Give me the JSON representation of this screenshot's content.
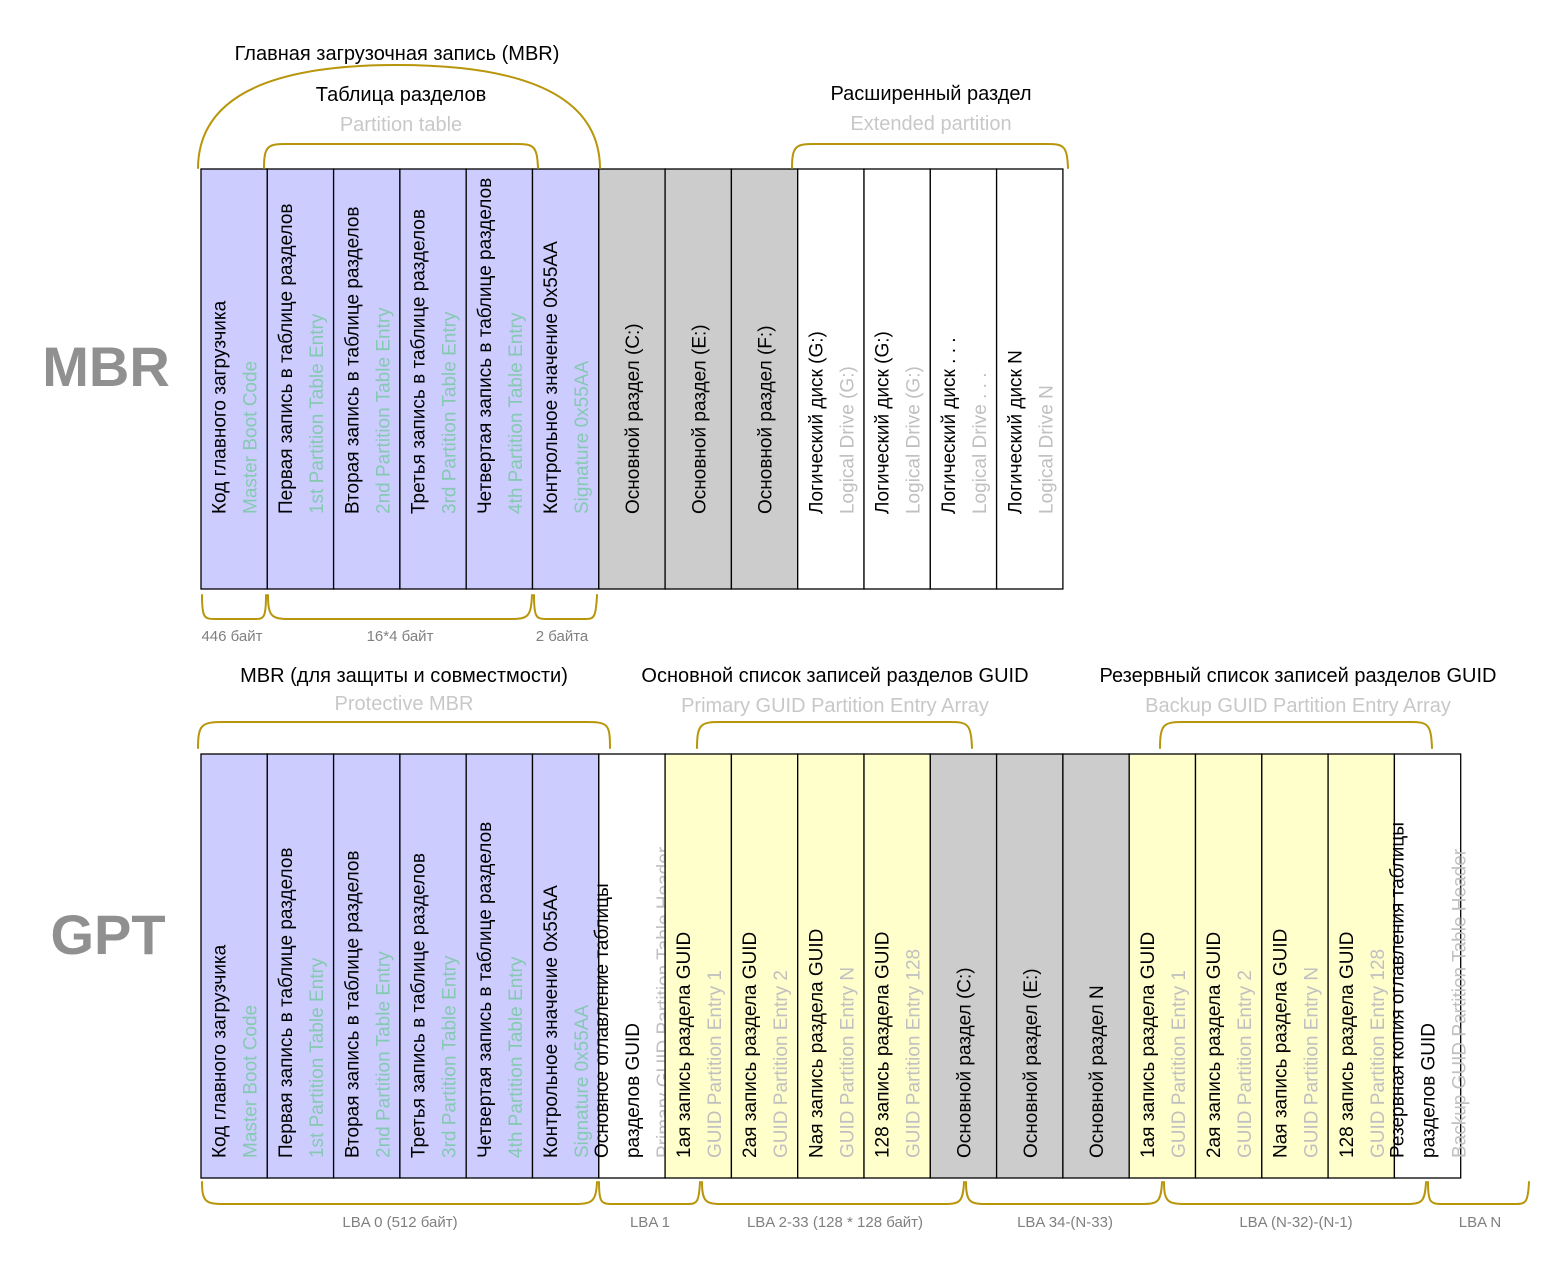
{
  "colors": {
    "purple": "#ccccff",
    "gray": "#cccccc",
    "yellow": "#ffffcc",
    "white": "#ffffff",
    "brace": "#b8960b",
    "sub_on_purple": "#86c9b2",
    "sub_default": "#c0c0c0",
    "side_label": "#909090",
    "size_label": "#808080"
  },
  "mbr": {
    "label": "MBR",
    "headers": {
      "mbr_title": "Главная загрузочная запись (MBR)",
      "partition_table": "Таблица разделов",
      "partition_table_en": "Partition table",
      "extended": "Расширенный раздел",
      "extended_en": "Extended partition"
    },
    "cells": [
      {
        "main": "Код главного загрузчика",
        "sub": "Master Boot Code",
        "fill": "purple"
      },
      {
        "main": "Первая запись в таблице разделов",
        "sub": "1st Partition Table Entry",
        "fill": "purple"
      },
      {
        "main": "Вторая запись в таблице разделов",
        "sub": "2nd Partition Table Entry",
        "fill": "purple"
      },
      {
        "main": "Третья запись в таблице разделов",
        "sub": "3rd Partition Table Entry",
        "fill": "purple"
      },
      {
        "main": "Четвертая запись в таблице разделов",
        "sub": "4th Partition Table Entry",
        "fill": "purple"
      },
      {
        "main": "Контрольное значение  0x55AA",
        "sub": "Signature 0x55AA",
        "fill": "purple"
      },
      {
        "main": "Основной раздел (C:)",
        "sub": "",
        "fill": "gray"
      },
      {
        "main": "Основной раздел (E:)",
        "sub": "",
        "fill": "gray"
      },
      {
        "main": "Основной раздел (F:)",
        "sub": "",
        "fill": "gray"
      },
      {
        "main": "Логический диск (G:)",
        "sub": "Logical Drive (G:)",
        "fill": "white"
      },
      {
        "main": "Логический диск (G:)",
        "sub": "Logical Drive (G:)",
        "fill": "white"
      },
      {
        "main": "Логический диск . . .",
        "sub": "Logical Drive . . .",
        "fill": "white"
      },
      {
        "main": "Логический диск N",
        "sub": "Logical Drive N",
        "fill": "white"
      }
    ],
    "sizes": {
      "boot": "446 байт",
      "table": "16*4 байт",
      "signature": "2 байта"
    }
  },
  "gpt": {
    "label": "GPT",
    "headers": {
      "protective": "MBR (для защиты и совместмости)",
      "protective_en": "Protective MBR",
      "primary": "Основной список записей разделов GUID",
      "primary_en": "Primary GUID Partition Entry Array",
      "backup": "Резервный список записей разделов GUID",
      "backup_en": "Backup GUID Partition Entry Array"
    },
    "cells": [
      {
        "main": "Код главного загрузчика",
        "sub": "Master Boot Code",
        "fill": "purple"
      },
      {
        "main": "Первая запись в таблице разделов",
        "sub": "1st Partition Table Entry",
        "fill": "purple"
      },
      {
        "main": "Вторая запись в таблице разделов",
        "sub": "2nd Partition Table Entry",
        "fill": "purple"
      },
      {
        "main": "Третья запись в таблице разделов",
        "sub": "3rd Partition Table Entry",
        "fill": "purple"
      },
      {
        "main": "Четвертая запись в таблице разделов",
        "sub": "4th Partition Table Entry",
        "fill": "purple"
      },
      {
        "main": "Контрольное значение  0x55AA",
        "sub": "Signature 0x55AA",
        "fill": "purple"
      },
      {
        "main": "Основное оглавление таблицы",
        "main2": "разделов GUID",
        "sub": "Primary GUID Partition Table Header",
        "fill": "white"
      },
      {
        "main": "1ая запись раздела GUID",
        "sub": "GUID Partition Entry 1",
        "fill": "yellow"
      },
      {
        "main": "2ая запись раздела GUID",
        "sub": "GUID Partition Entry 2",
        "fill": "yellow"
      },
      {
        "main": "Nая запись раздела GUID",
        "sub": "GUID Partition Entry N",
        "fill": "yellow"
      },
      {
        "main": "128 запись раздела GUID",
        "sub": "GUID Partition Entry 128",
        "fill": "yellow"
      },
      {
        "main": "Основной раздел (C:)",
        "sub": "",
        "fill": "gray"
      },
      {
        "main": "Основной раздел (E:)",
        "sub": "",
        "fill": "gray"
      },
      {
        "main": "Основной раздел N",
        "sub": "",
        "fill": "gray"
      },
      {
        "main": "1ая запись раздела GUID",
        "sub": "GUID Partition Entry 1",
        "fill": "yellow"
      },
      {
        "main": "2ая запись раздела GUID",
        "sub": "GUID Partition Entry 2",
        "fill": "yellow"
      },
      {
        "main": "Nая запись раздела GUID",
        "sub": "GUID Partition Entry N",
        "fill": "yellow"
      },
      {
        "main": "128 запись раздела GUID",
        "sub": "GUID Partition Entry 128",
        "fill": "yellow"
      },
      {
        "main": "Резервная копия оглавления таблицы",
        "main2": "разделов GUID",
        "sub": "Backup GUID Partition Table Header",
        "fill": "white"
      }
    ],
    "sizes": {
      "lba0": "LBA 0 (512 байт)",
      "lba1": "LBA 1",
      "lba2_33": "LBA 2-33 (128 * 128 байт)",
      "lba34": "LBA 34-(N-33)",
      "lba_backup": "LBA (N-32)-(N-1)",
      "lban": "LBA N"
    }
  }
}
